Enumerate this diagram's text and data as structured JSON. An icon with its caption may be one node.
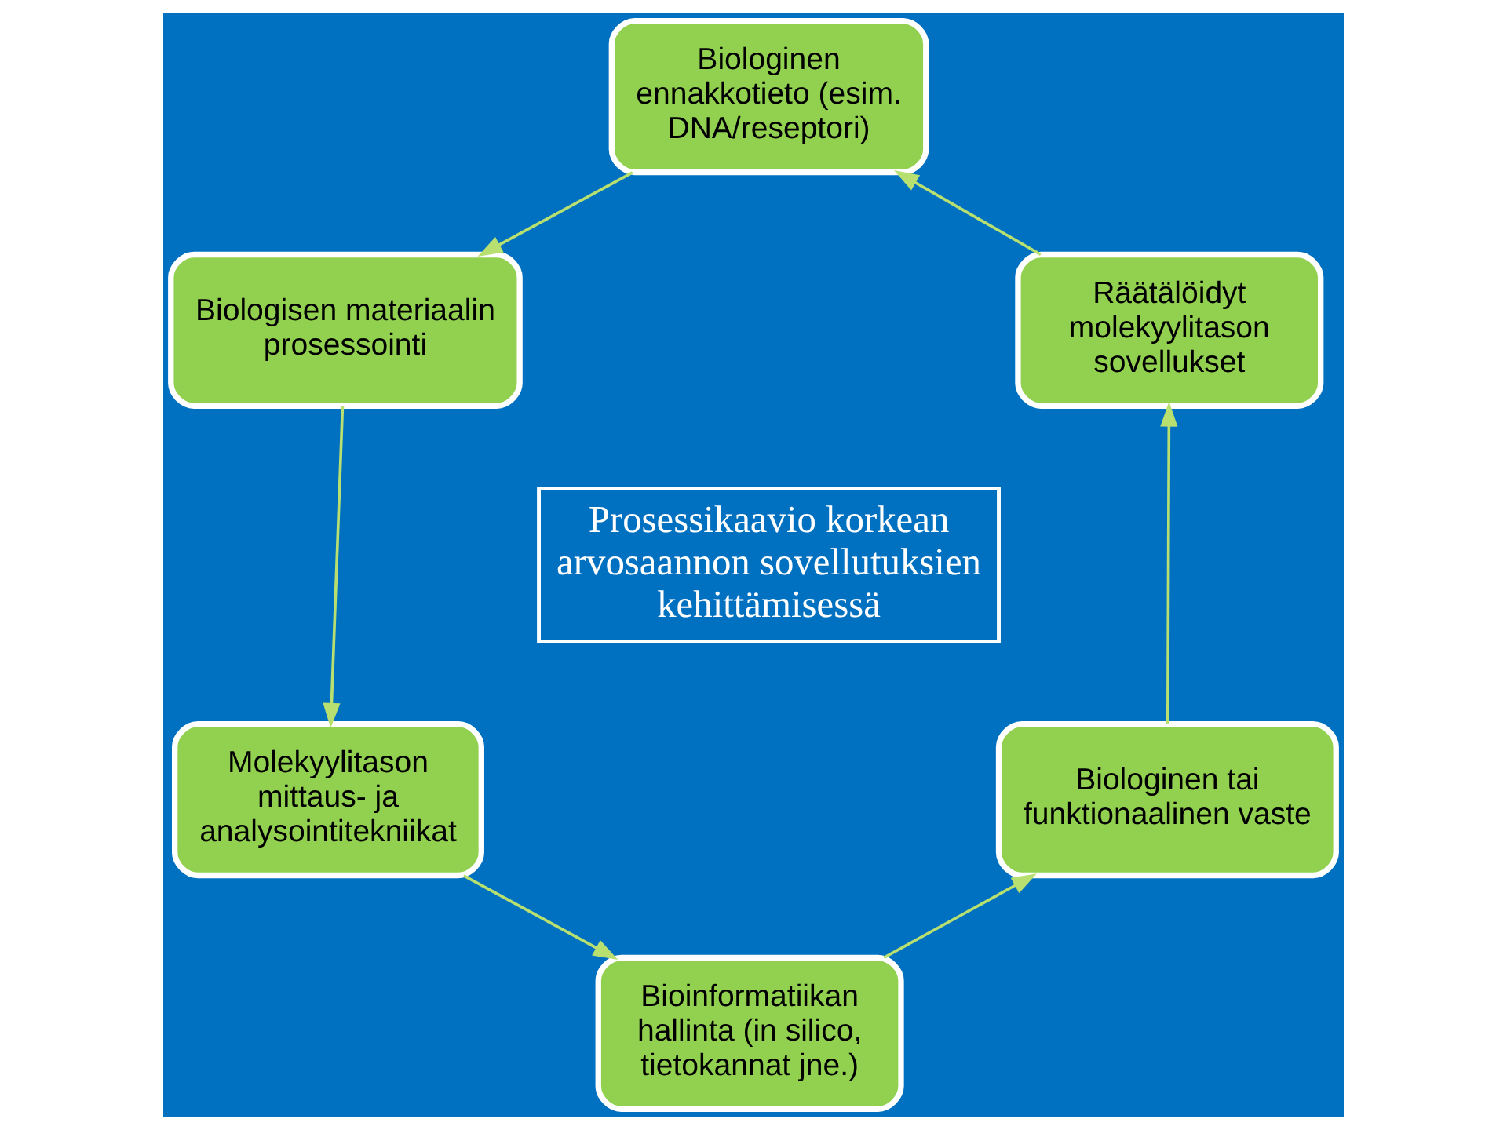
{
  "diagram": {
    "nodes": [
      {
        "text": [
          "Biologinen ennakkotieto (esim. DNA/reseptori)"
        ]
      },
      {
        "text": [
          "Biologisen materiaalin prosessointi"
        ]
      },
      {
        "text": [
          "Molekyylitason mittaus- ja analysointitekniikat"
        ]
      },
      {
        "text": [
          "Bioinformatiikan hallinta (in silico, tietokannat jne.)"
        ]
      },
      {
        "text": [
          "Biologinen tai funktionaalinen vaste"
        ]
      },
      {
        "text": [
          "Räätälöidyt molekyylitason sovellukset"
        ]
      },
      {
        "text": [
          "Prosessikaavio korkean arvosaannon sovellutuksien kehittämisessä"
        ]
      }
    ],
    "edges": [
      {
        "from": 0,
        "to": 1,
        "arrow": "to"
      },
      {
        "from": 1,
        "to": 2,
        "arrow": "to"
      },
      {
        "from": 2,
        "to": 3,
        "arrow": "to"
      },
      {
        "from": 3,
        "to": 4,
        "arrow": "to"
      },
      {
        "from": 4,
        "to": 5,
        "arrow": "to"
      },
      {
        "from": 5,
        "to": 0,
        "arrow": "to"
      }
    ]
  }
}
